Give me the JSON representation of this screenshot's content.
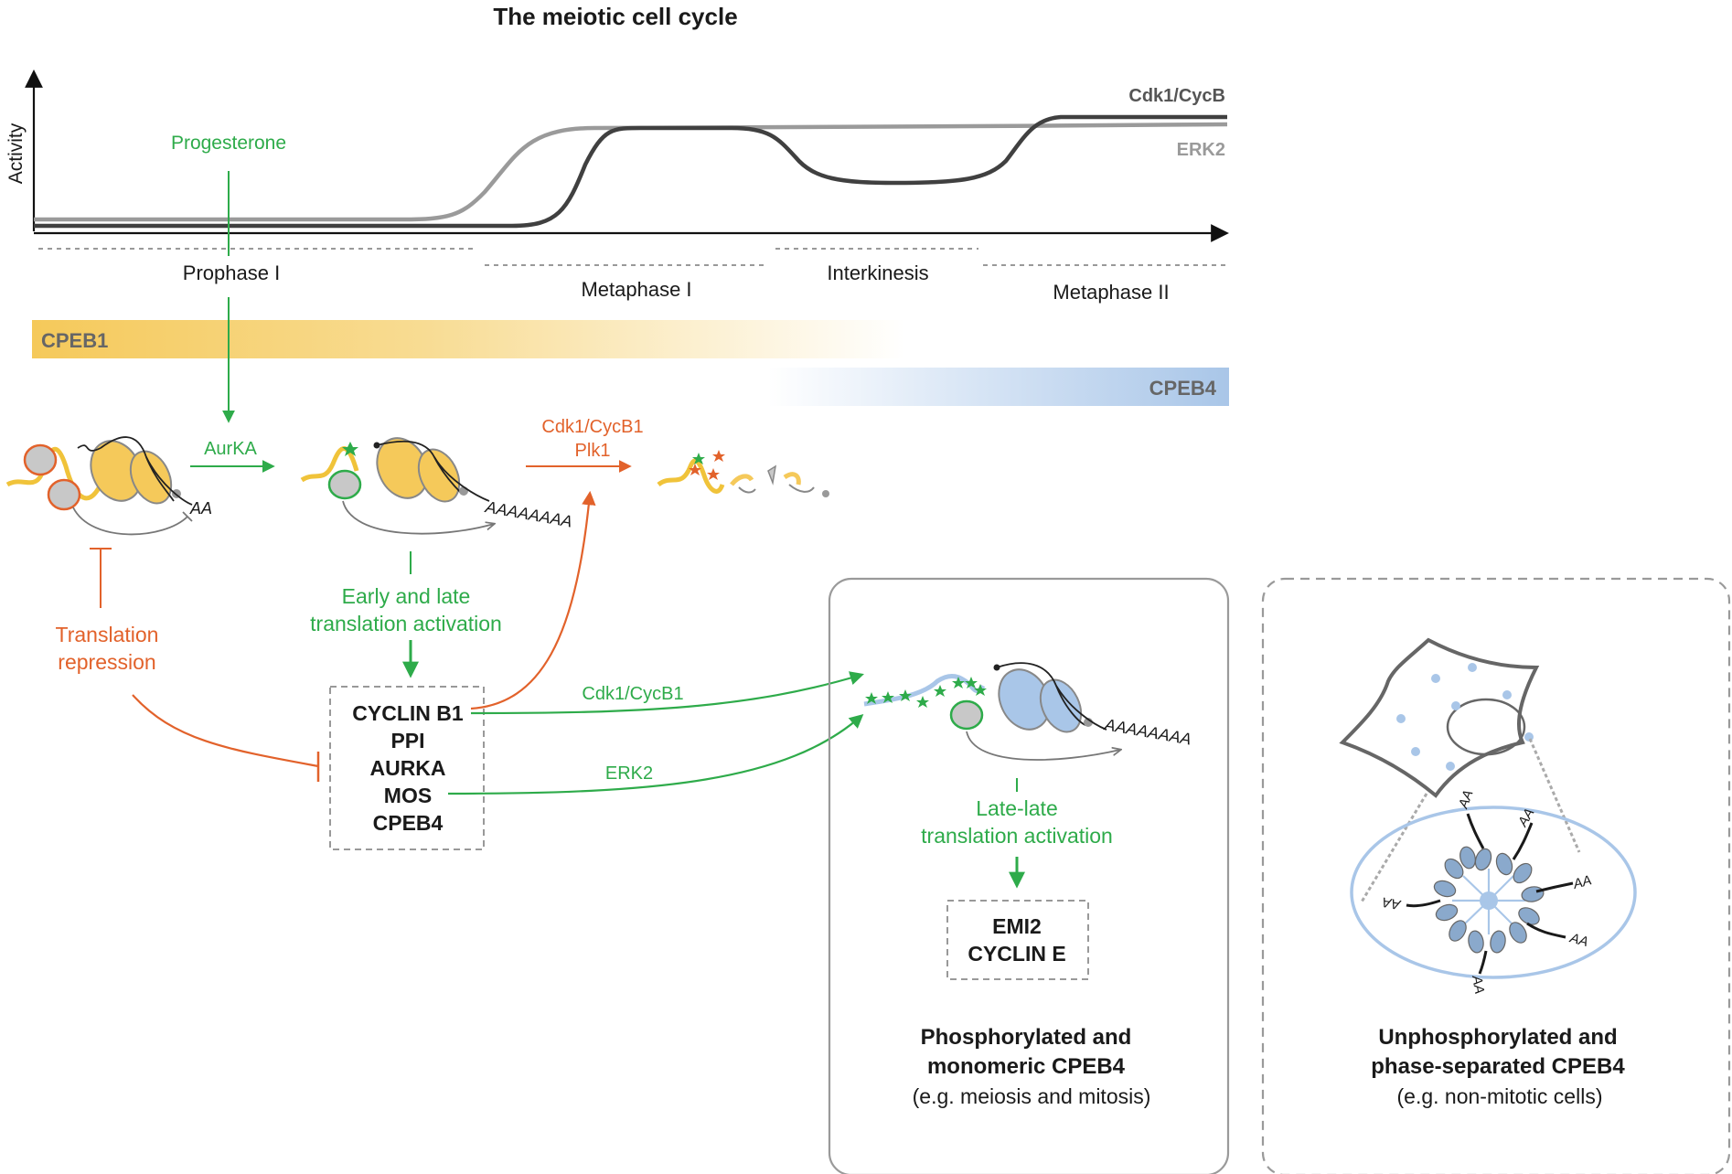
{
  "title": "The meiotic cell cycle",
  "graph": {
    "y_axis_label": "Activity",
    "curve_labels": {
      "cdk1": "Cdk1/CycB",
      "erk2": "ERK2"
    },
    "stimulus": "Progesterone",
    "phases": [
      "Prophase I",
      "Metaphase I",
      "Interkinesis",
      "Metaphase II"
    ]
  },
  "bands": {
    "cpeb1": "CPEB1",
    "cpeb4": "CPEB4"
  },
  "colors": {
    "green": "#2eab4a",
    "orange": "#e2622b",
    "cpeb1_yellow": "#f5c95a",
    "cpeb4_blue": "#a9c6e8",
    "cdk1_curve": "#404040",
    "erk2_curve": "#9a9a9a"
  },
  "mechanism": {
    "kinase_aurka": "AurKA",
    "kinase_cdk1": "Cdk1/CycB1",
    "kinase_plk1": "Plk1",
    "polya_short": "AA",
    "polya_long_1": "AAAAAAAA",
    "polya_long_2": "AAAAAAAA",
    "repression_1": "Translation",
    "repression_2": "repression",
    "activation_1": "Early and late",
    "activation_2": "translation activation",
    "targets": [
      "CYCLIN B1",
      "PPI",
      "AURKA",
      "MOS",
      "CPEB4"
    ],
    "arrow_cdk1": "Cdk1/CycB1",
    "arrow_erk2": "ERK2",
    "late_1": "Late-late",
    "late_2": "translation activation",
    "late_targets": [
      "EMI2",
      "CYCLIN E"
    ]
  },
  "panel_phospho": {
    "title_1": "Phosphorylated and",
    "title_2": "monomeric CPEB4",
    "subtitle": "(e.g. meiosis and mitosis)"
  },
  "panel_unphospho": {
    "title_1": "Unphosphorylated and",
    "title_2": "phase-separated CPEB4",
    "subtitle": "(e.g. non-mitotic cells)",
    "aa_labels": [
      "AA",
      "AA",
      "AA",
      "AA",
      "AA",
      "AA"
    ]
  }
}
